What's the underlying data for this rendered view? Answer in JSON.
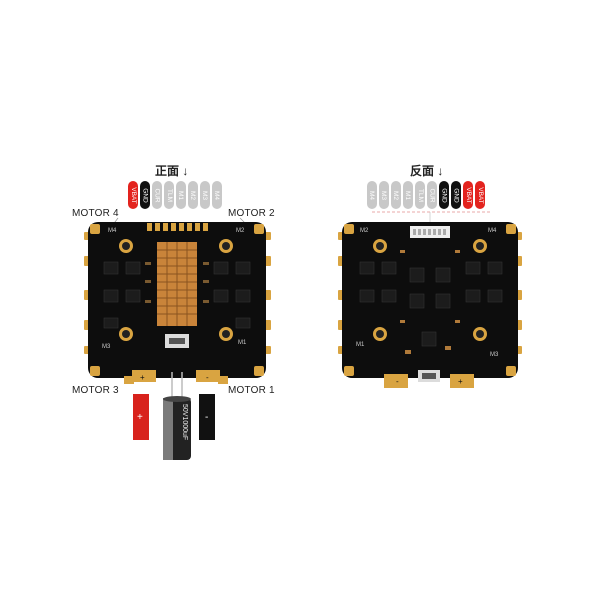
{
  "front": {
    "title": "正面 ↓",
    "pins": [
      {
        "label": "VBAT",
        "color": "red"
      },
      {
        "label": "GND",
        "color": "black"
      },
      {
        "label": "CUR",
        "color": "gray"
      },
      {
        "label": "TLM",
        "color": "gray"
      },
      {
        "label": "M1",
        "color": "gray"
      },
      {
        "label": "M2",
        "color": "gray"
      },
      {
        "label": "M3",
        "color": "gray"
      },
      {
        "label": "M4",
        "color": "gray"
      }
    ],
    "motors": {
      "motor4": "MOTOR 4",
      "motor2": "MOTOR 2",
      "motor3": "MOTOR 3",
      "motor1": "MOTOR 1"
    },
    "silkscreen": {
      "m4": "M4",
      "m2": "M2",
      "m3": "M3",
      "m1": "M1",
      "plus": "+",
      "minus": "-"
    },
    "capacitor_label": "50V1000uF",
    "wire_plus": "+",
    "wire_minus": "-"
  },
  "back": {
    "title": "反面 ↓",
    "pins": [
      {
        "label": "M4",
        "color": "gray"
      },
      {
        "label": "M3",
        "color": "gray"
      },
      {
        "label": "M2",
        "color": "gray"
      },
      {
        "label": "M1",
        "color": "gray"
      },
      {
        "label": "TLM",
        "color": "gray"
      },
      {
        "label": "CUR",
        "color": "gray"
      },
      {
        "label": "GND",
        "color": "black"
      },
      {
        "label": "GND",
        "color": "black"
      },
      {
        "label": "VBAT",
        "color": "red"
      },
      {
        "label": "VBAT",
        "color": "red"
      }
    ],
    "silkscreen": {
      "m2": "M2",
      "m4": "M4",
      "m1": "M1",
      "m3": "M3",
      "plus": "+",
      "minus": "-"
    }
  },
  "colors": {
    "pcb": "#0d0d0d",
    "gold": "#d9a441",
    "red_wire": "#d8221c",
    "pin_gray": "#c8c8c8"
  }
}
